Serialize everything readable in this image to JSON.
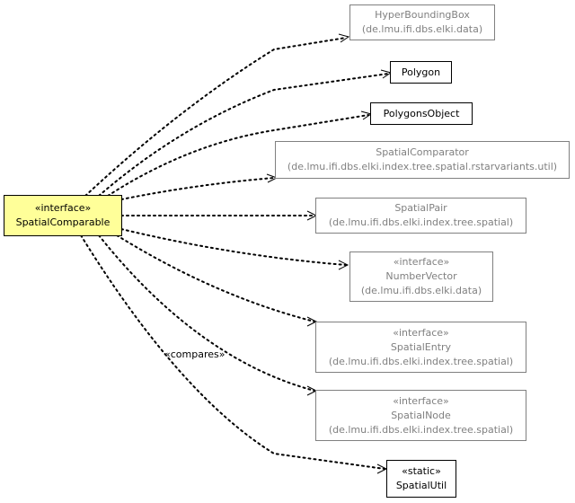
{
  "focus": {
    "stereotype": "«interface»",
    "name": "SpatialComparable"
  },
  "classes": [
    {
      "id": "hyperboundingbox",
      "name": "HyperBoundingBox",
      "package": "(de.lmu.ifi.dbs.elki.data)"
    },
    {
      "id": "polygon",
      "name": "Polygon"
    },
    {
      "id": "polygonsobject",
      "name": "PolygonsObject"
    },
    {
      "id": "spatialcomparator",
      "name": "SpatialComparator",
      "package": "(de.lmu.ifi.dbs.elki.index.tree.spatial.rstarvariants.util)"
    },
    {
      "id": "spatialpair",
      "name": "SpatialPair",
      "package": "(de.lmu.ifi.dbs.elki.index.tree.spatial)"
    },
    {
      "id": "numbervector",
      "stereotype": "«interface»",
      "name": "NumberVector",
      "package": "(de.lmu.ifi.dbs.elki.data)"
    },
    {
      "id": "spatialentry",
      "stereotype": "«interface»",
      "name": "SpatialEntry",
      "package": "(de.lmu.ifi.dbs.elki.index.tree.spatial)"
    },
    {
      "id": "spatialnode",
      "stereotype": "«interface»",
      "name": "SpatialNode",
      "package": "(de.lmu.ifi.dbs.elki.index.tree.spatial)"
    },
    {
      "id": "spatialutil",
      "stereotype": "«static»",
      "name": "SpatialUtil"
    }
  ],
  "edge_label": "«compares»"
}
